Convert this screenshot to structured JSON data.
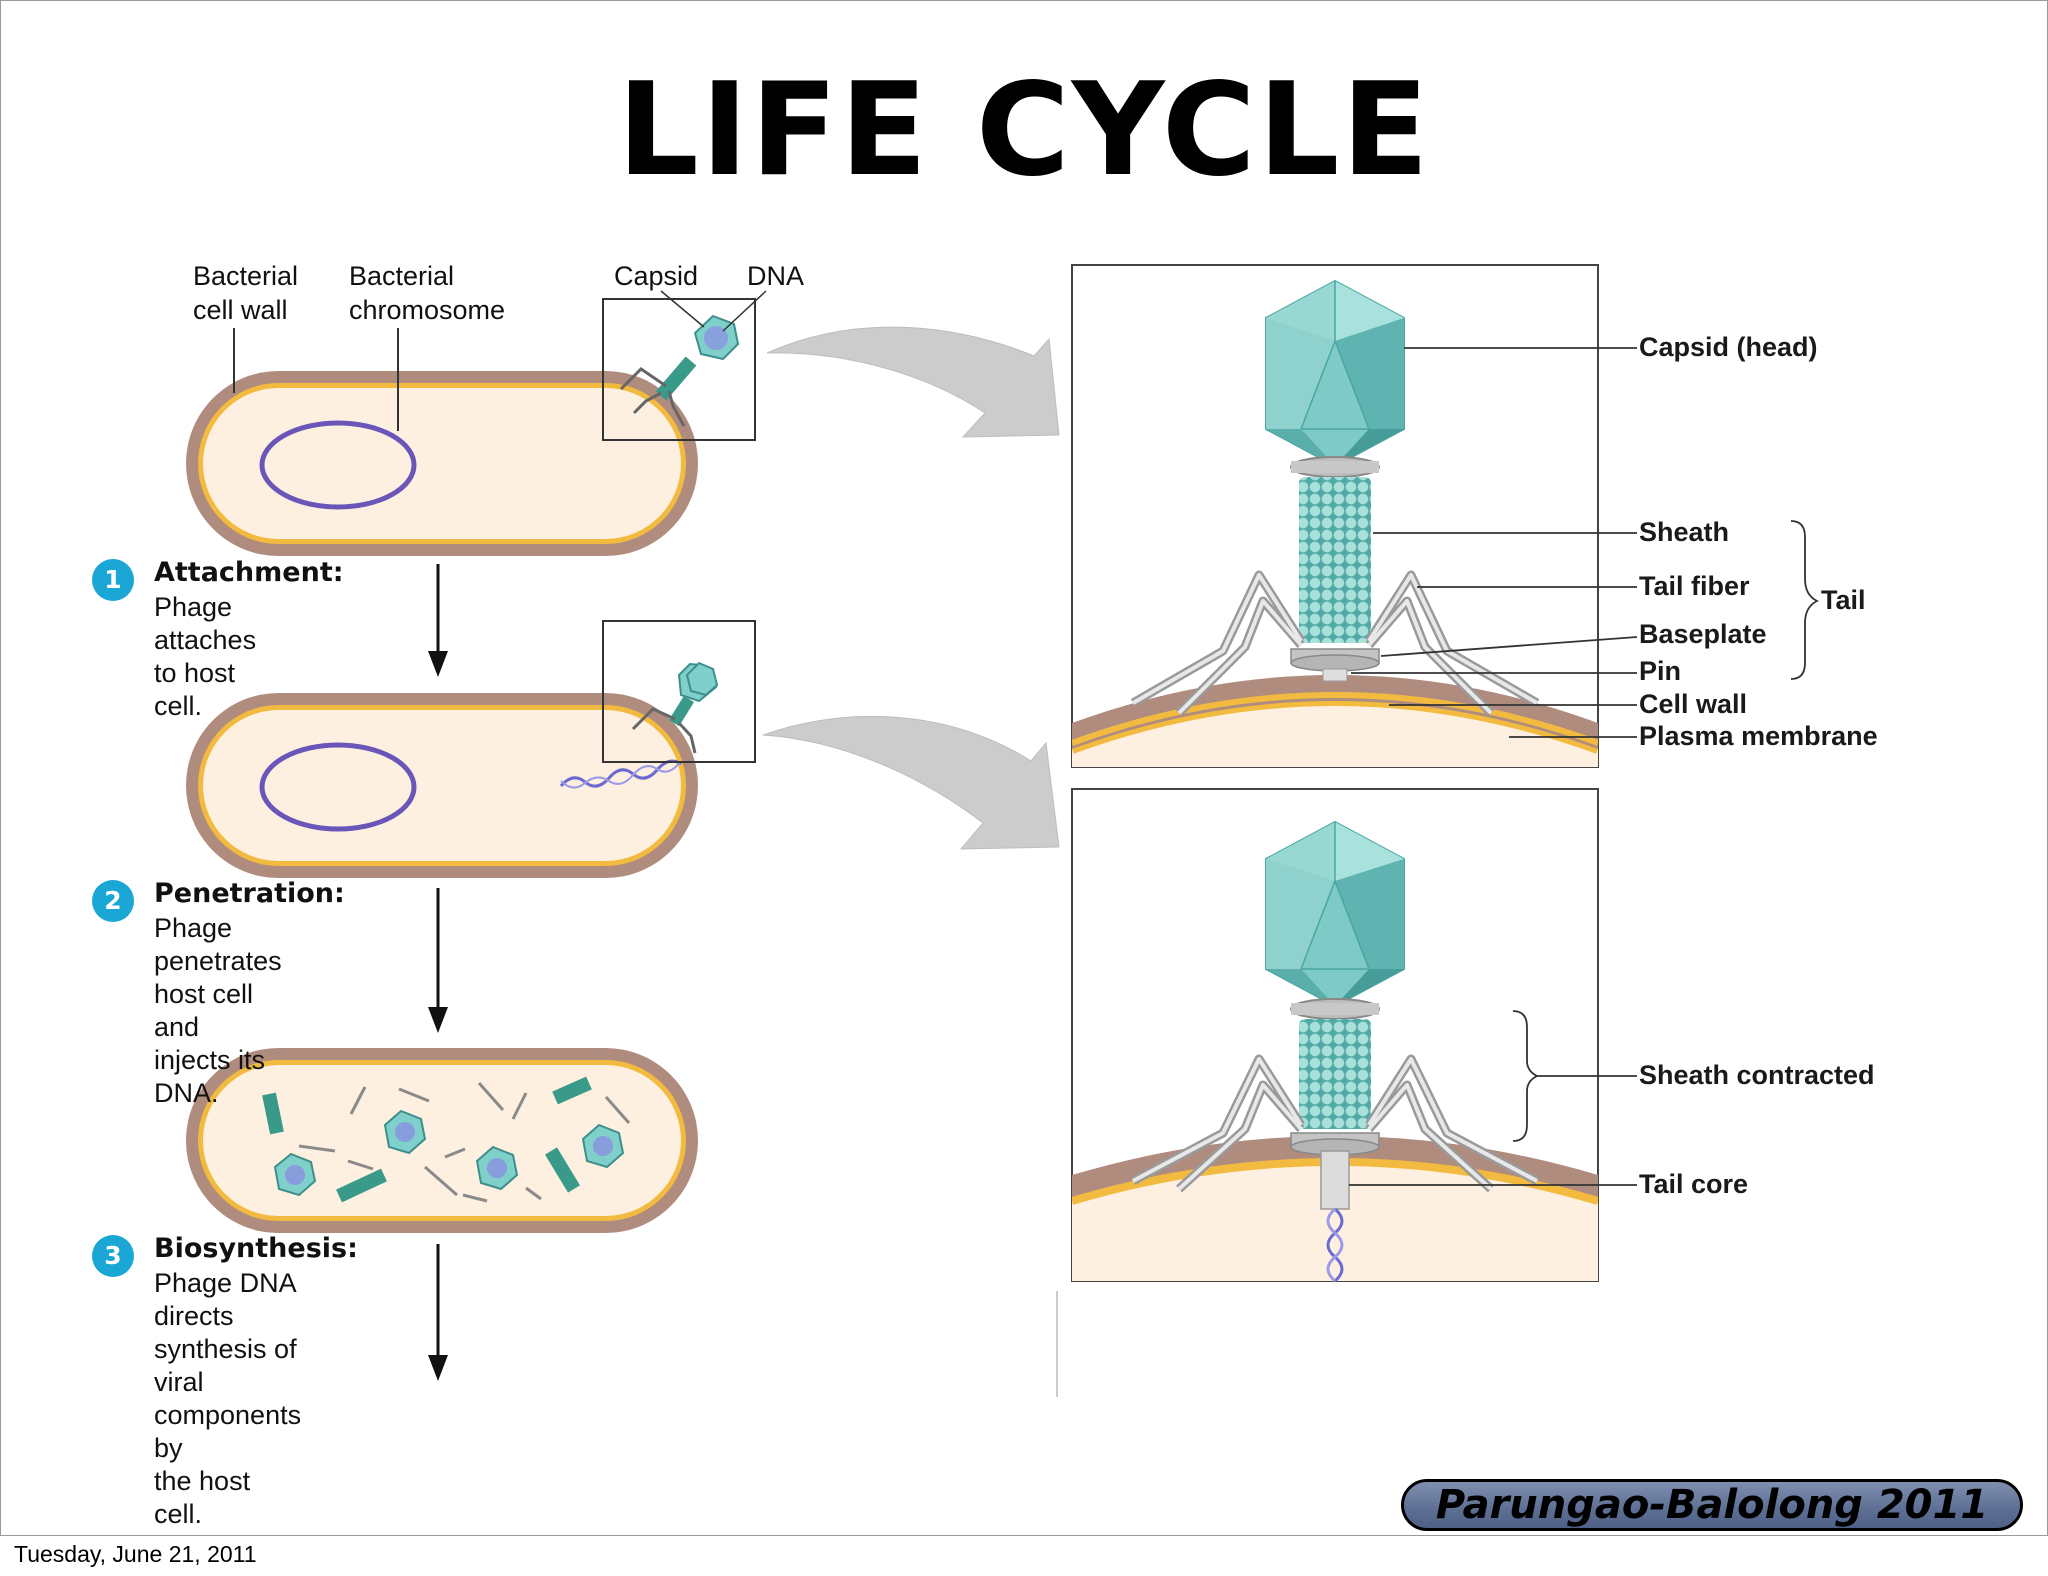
{
  "slide": {
    "title": "LIFE CYCLE",
    "footer_badge": "Parungao-Balolong 2011",
    "date": "Tuesday, June 21, 2011"
  },
  "left_labels": {
    "cell_wall": "Bacterial\ncell wall",
    "chromosome": "Bacterial\nchromosome",
    "capsid": "Capsid",
    "dna": "DNA"
  },
  "steps": [
    {
      "num": "1",
      "heading": "Attachment:",
      "desc": "Phage attaches\nto host cell."
    },
    {
      "num": "2",
      "heading": "Penetration:",
      "desc": "Phage penetrates\nhost cell and\ninjects its DNA."
    },
    {
      "num": "3",
      "heading": "Biosynthesis:",
      "desc": "Phage DNA directs\nsynthesis of viral\ncomponents by\nthe host cell."
    }
  ],
  "right_labels": {
    "capsid_head": "Capsid (head)",
    "sheath": "Sheath",
    "tail_fiber": "Tail fiber",
    "tail": "Tail",
    "baseplate": "Baseplate",
    "pin": "Pin",
    "cell_wall": "Cell wall",
    "plasma_membrane": "Plasma membrane",
    "sheath_contracted": "Sheath contracted",
    "tail_core": "Tail core"
  },
  "colors": {
    "cell_wall": "#b08c7e",
    "membrane": "#f2bb3f",
    "cytoplasm": "#fdf0e0",
    "chromosome": "#6a55b8",
    "phage": "#6cc2c0",
    "step_badge": "#1aa7d6",
    "arrow": "#cccccc"
  }
}
